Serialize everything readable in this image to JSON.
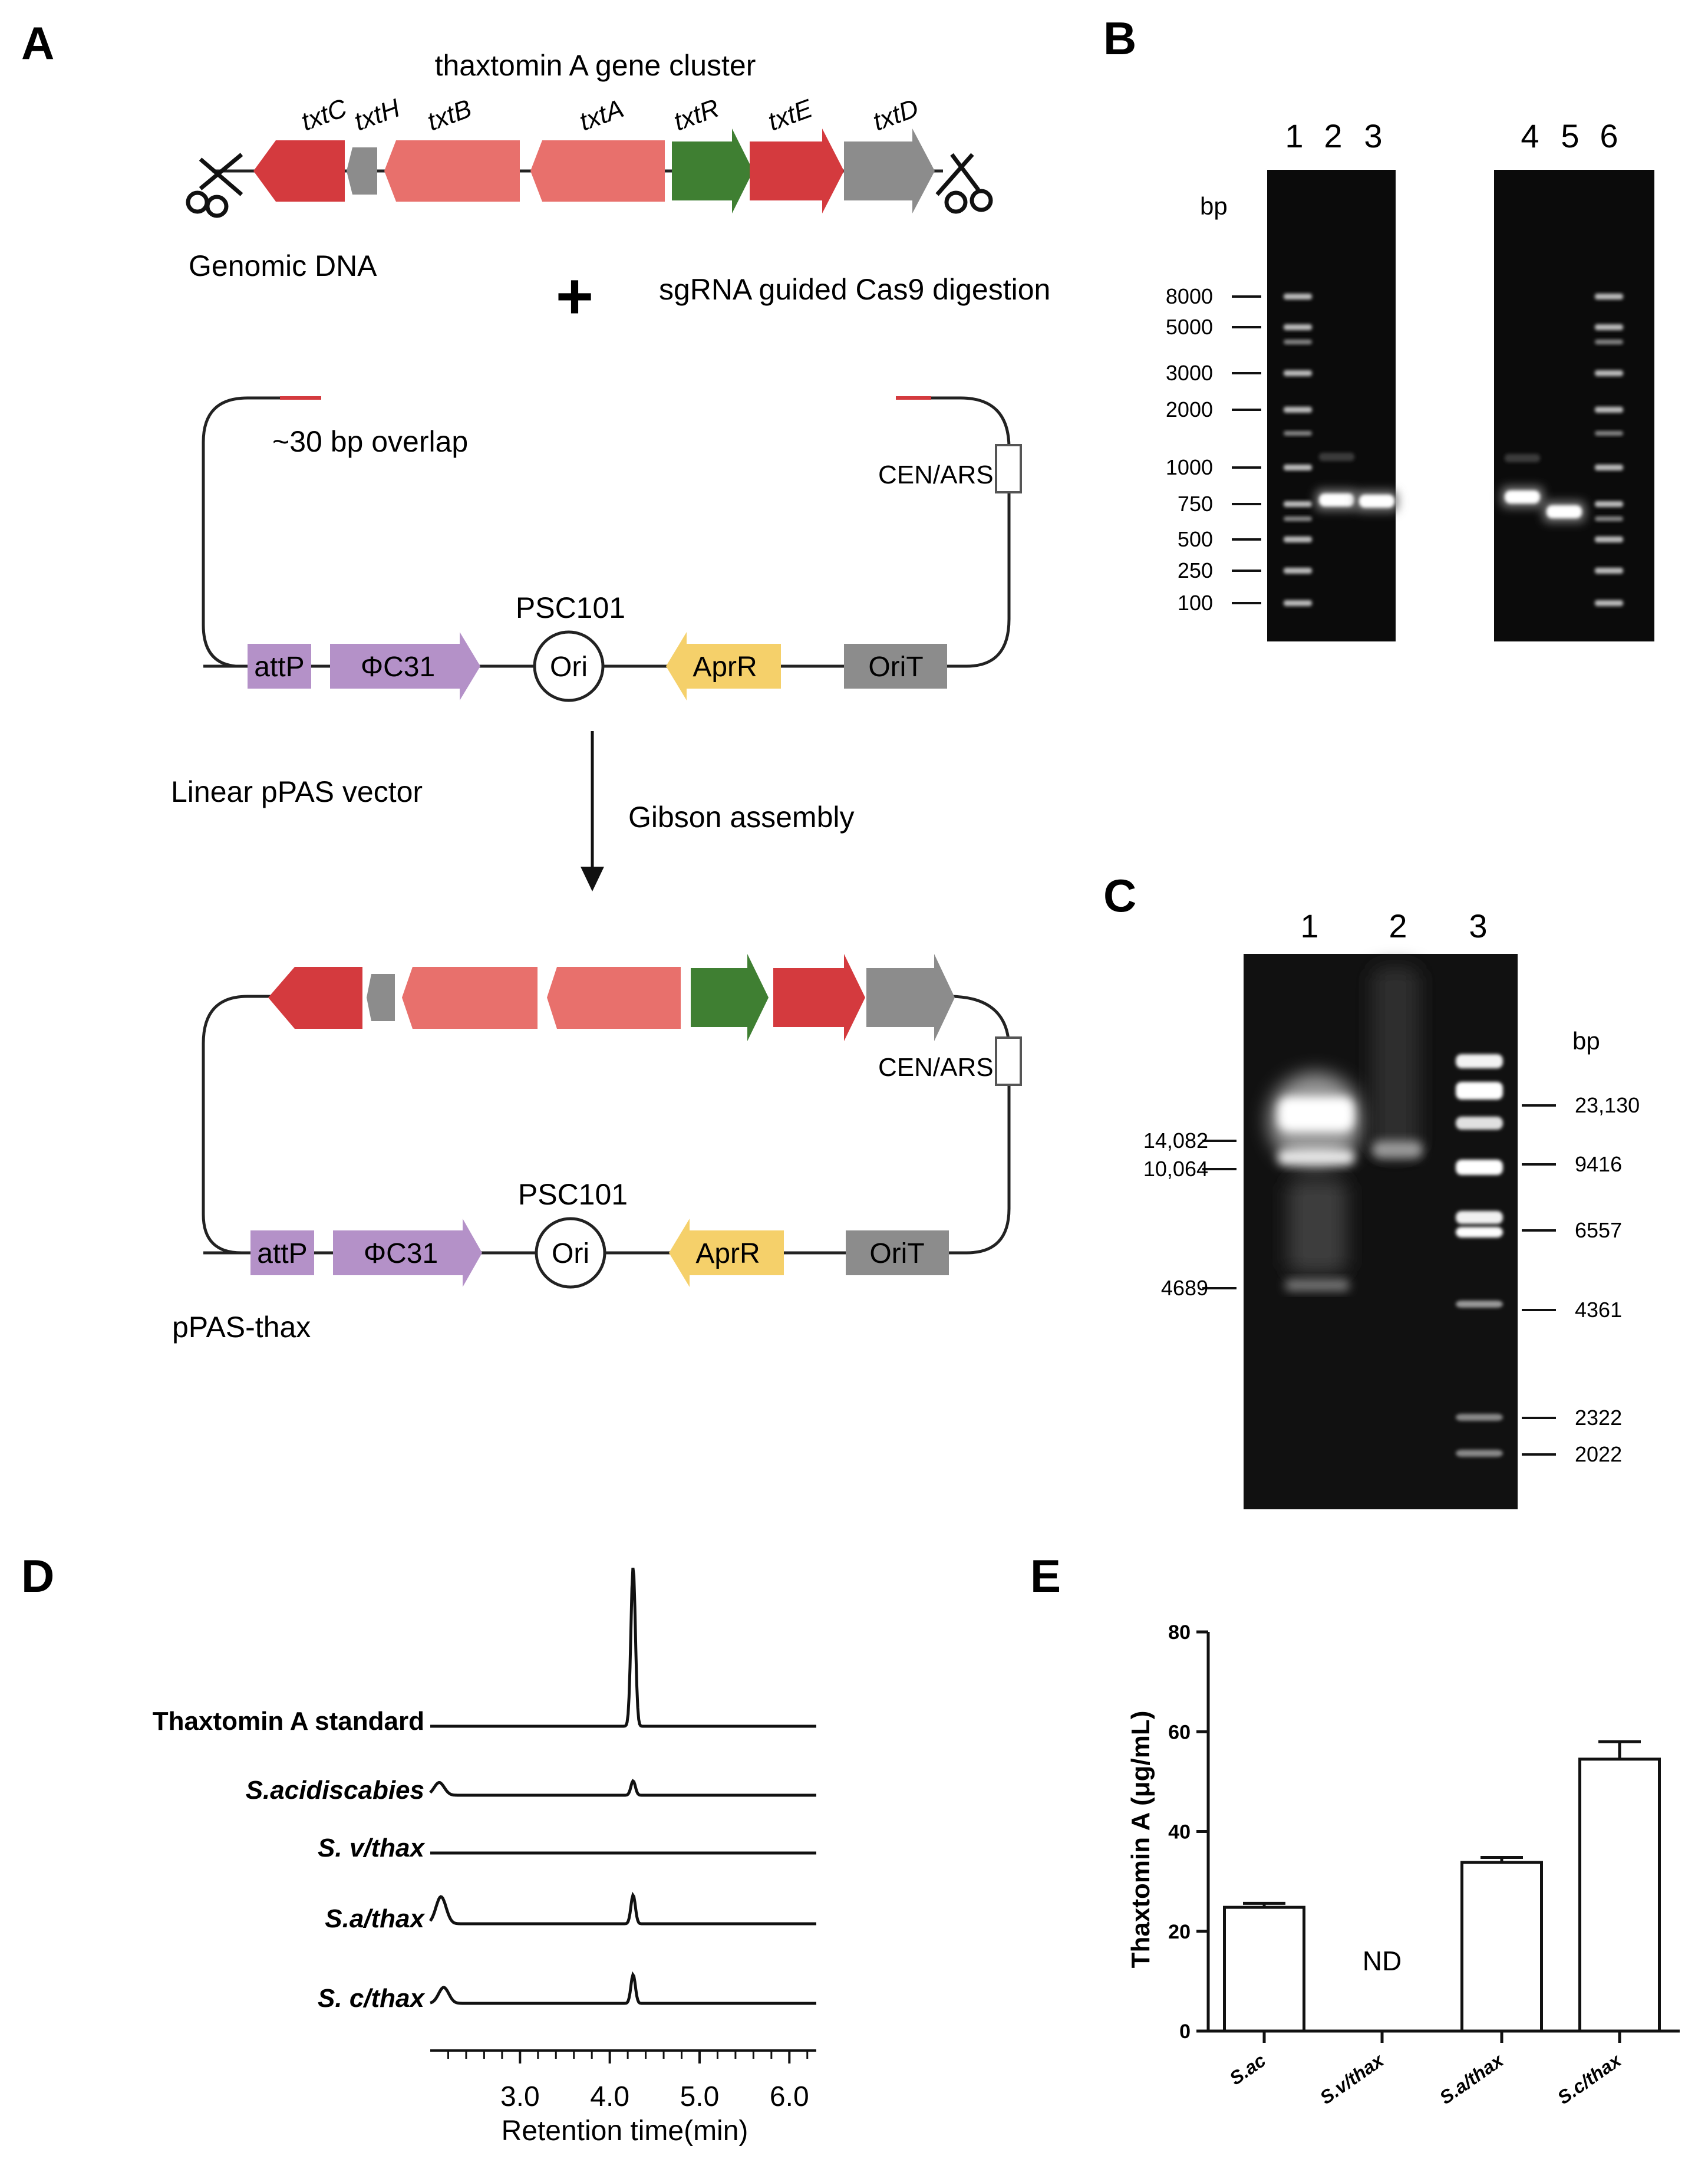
{
  "figure": {
    "panel_labels": [
      "A",
      "B",
      "C",
      "D",
      "E"
    ]
  },
  "panel_a": {
    "cluster_title": "thaxtomin A gene cluster",
    "genes": [
      "txtC",
      "txtH",
      "txtB",
      "txtA",
      "txtR",
      "txtE",
      "txtD"
    ],
    "gene_colors": {
      "txtC": "#d43a3e",
      "txtH": "#8c8c8c",
      "txtB": "#e8706c",
      "txtA": "#e8706c",
      "txtR": "#3f7f32",
      "txtE": "#d43a3e",
      "txtD": "#8c8c8c"
    },
    "genomic_dna": "Genomic DNA",
    "plus_sign": "+",
    "digestion": "sgRNA guided Cas9 digestion",
    "overlap": "~30 bp overlap",
    "cen_ars": "CEN/ARS",
    "psc101": "PSC101",
    "attp": "attP",
    "phic31": "ΦC31",
    "ori": "Ori",
    "aprr": "AprR",
    "orit": "OriT",
    "linear_vector": "Linear pPAS vector",
    "gibson": "Gibson assembly",
    "product": "pPAS-thax",
    "element_colors": {
      "attP": "#b491c8",
      "PhiC31": "#b491c8",
      "AprR": "#f5d06a",
      "OriT": "#8c8c8c"
    }
  },
  "panel_b": {
    "lane_numbers_left": [
      "1",
      "2",
      "3"
    ],
    "lane_numbers_right": [
      "4",
      "5",
      "6"
    ],
    "unit": "bp",
    "ladder": [
      "8000",
      "5000",
      "3000",
      "2000",
      "1000",
      "750",
      "500",
      "250",
      "100"
    ]
  },
  "panel_c": {
    "lane_numbers": [
      "1",
      "2",
      "3"
    ],
    "unit": "bp",
    "left_markers": [
      "14,082",
      "10,064",
      "4689"
    ],
    "right_markers": [
      "23,130",
      "9416",
      "6557",
      "4361",
      "2322",
      "2022"
    ]
  },
  "panel_d": {
    "traces": [
      "Thaxtomin A standard",
      "S.acidiscabies",
      "S. v/thax",
      "S.a/thax",
      "S. c/thax"
    ],
    "x_ticks": [
      "3.0",
      "4.0",
      "5.0",
      "6.0"
    ],
    "x_label": "Retention time(min)"
  },
  "panel_e": {
    "ylabel": "Thaxtomin A (μg/mL)",
    "y_ticks": [
      "0",
      "20",
      "40",
      "60",
      "80"
    ],
    "nd_label": "ND"
  },
  "chart_data": [
    {
      "type": "line",
      "x_label": "Retention time(min)",
      "xlim": [
        2.0,
        6.3
      ],
      "x_ticks": [
        3.0,
        4.0,
        5.0,
        6.0
      ],
      "series": [
        {
          "name": "Thaxtomin A standard",
          "peaks": [
            {
              "x": 4.26,
              "height": 1.0
            }
          ]
        },
        {
          "name": "S.acidiscabies",
          "peaks": [
            {
              "x": 2.1,
              "height": 0.08
            },
            {
              "x": 4.26,
              "height": 0.09
            }
          ]
        },
        {
          "name": "S. v/thax",
          "peaks": []
        },
        {
          "name": "S.a/thax",
          "peaks": [
            {
              "x": 2.12,
              "height": 0.17
            },
            {
              "x": 4.26,
              "height": 0.18
            }
          ]
        },
        {
          "name": "S. c/thax",
          "peaks": [
            {
              "x": 2.15,
              "height": 0.1
            },
            {
              "x": 4.26,
              "height": 0.18
            }
          ]
        }
      ]
    },
    {
      "type": "bar",
      "categories": [
        "S.ac",
        "S.v/thax",
        "S.a/thax",
        "S.c/thax"
      ],
      "values": [
        24.8,
        null,
        33.8,
        54.5
      ],
      "errors": [
        0.8,
        null,
        1.0,
        3.5
      ],
      "annotations": [
        "",
        "ND",
        "",
        ""
      ],
      "ylabel": "Thaxtomin A (μg/mL)",
      "ylim": [
        0,
        80
      ],
      "y_ticks": [
        0,
        20,
        40,
        60,
        80
      ]
    }
  ]
}
